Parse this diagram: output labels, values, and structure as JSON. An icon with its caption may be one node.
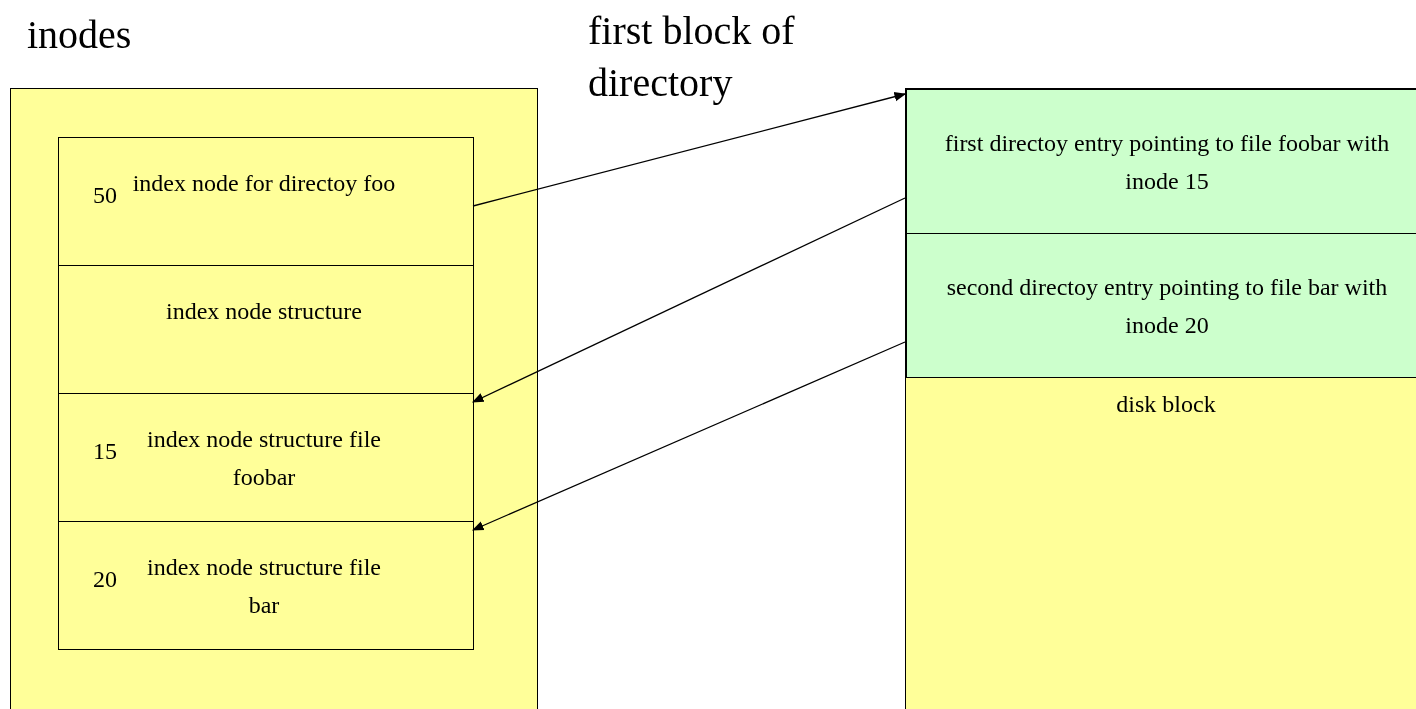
{
  "diagram": {
    "nodes": [
      {
        "text": [
          "inodes"
        ]
      },
      {
        "text": [
          "50",
          "index node for directoy foo"
        ],
        "in": 0
      },
      {
        "text": [
          "index node structure"
        ],
        "in": 0
      },
      {
        "text": [
          "15",
          "index node structure file foobar"
        ],
        "in": 0
      },
      {
        "text": [
          "20",
          "index node structure file bar"
        ],
        "in": 0
      },
      {
        "text": [
          "first block of directory",
          "disk block"
        ]
      },
      {
        "text": [
          "first directoy entry pointing to file foobar with inode 15"
        ],
        "in": 5
      },
      {
        "text": [
          "second directoy entry pointing to file bar with inode 20"
        ],
        "in": 5
      }
    ],
    "edges": [
      {
        "from": 1,
        "to": 5,
        "arrow": "to"
      },
      {
        "from": 6,
        "to": 3,
        "arrow": "to"
      },
      {
        "from": 7,
        "to": 4,
        "arrow": "to"
      }
    ]
  }
}
